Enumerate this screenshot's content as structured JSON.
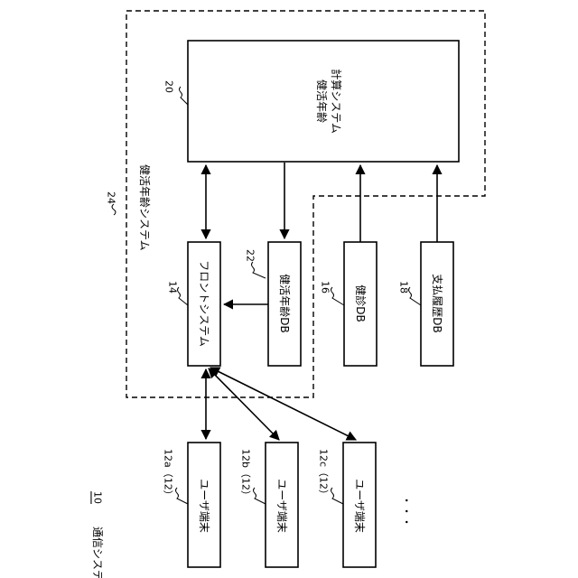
{
  "system": {
    "label": "通信システム",
    "ref": "10"
  },
  "health_system": {
    "label": "健活年齢システム",
    "ref": "24"
  },
  "calc_system": {
    "line1": "健活年齢",
    "line2": "計算システム",
    "ref": "20"
  },
  "front_system": {
    "label": "フロントシステム",
    "ref": "14"
  },
  "health_age_db": {
    "label": "健活年齢DB",
    "ref": "22"
  },
  "checkup_db": {
    "label": "健診DB",
    "ref": "16"
  },
  "payment_db": {
    "label": "支払履歴DB",
    "ref": "18"
  },
  "user_terminals": [
    {
      "label": "ユーザ端末",
      "ref": "12a（12）"
    },
    {
      "label": "ユーザ端末",
      "ref": "12b（12）"
    },
    {
      "label": "ユーザ端末",
      "ref": "12c（12）"
    }
  ],
  "ellipsis": "・・・"
}
